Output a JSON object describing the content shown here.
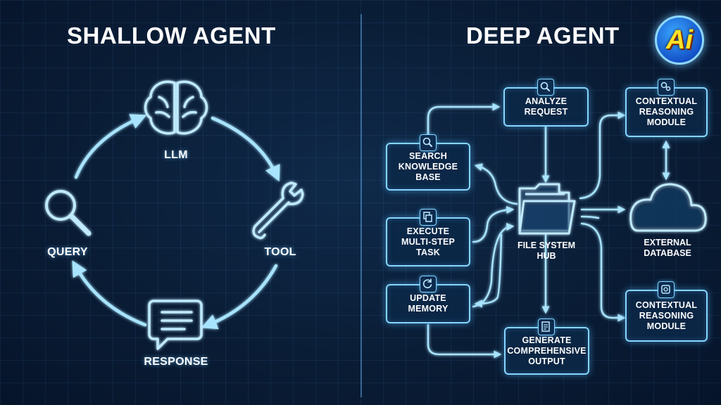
{
  "shallow": {
    "title": "SHALLOW AGENT",
    "nodes": {
      "llm": "LLM",
      "tool": "TOOL",
      "response": "RESPONSE",
      "query": "QUERY"
    }
  },
  "deep": {
    "title": "DEEP AGENT",
    "analyze": "ANALYZE\nREQUEST",
    "search": "SEARCH\nKNOWLEDGE\nBASE",
    "execute": "EXECUTE\nMULTI-STEP\nTASK",
    "update": "UPDATE\nMEMORY",
    "generate": "GENERATE\nCOMPREHENSIVE\nOUTPUT",
    "hub": "FILE SYSTEM\nHUB",
    "context_top": "CONTEXTUAL\nREASONING\nMODULE",
    "external_db": "EXTERNAL\nDATABASE",
    "context_bottom": "CONTEXTUAL\nREASONING\nMODULE"
  },
  "logo": {
    "text": "Ai"
  },
  "icons": {
    "llm": "brain-icon",
    "tool": "wrench-icon",
    "response": "chat-bubble-icon",
    "query": "magnifier-icon",
    "hub": "folder-icon",
    "external_db": "cloud-icon"
  },
  "colors": {
    "accent": "#86d6ff",
    "background": "#0a1d36",
    "logo_text": "#ffe227"
  }
}
